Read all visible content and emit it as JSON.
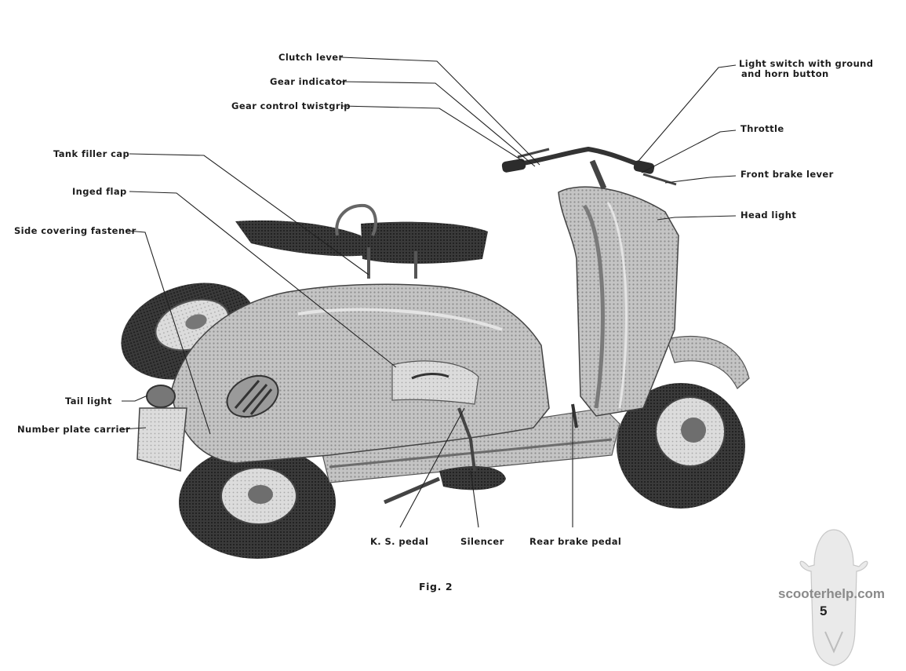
{
  "labels": {
    "clutch_lever": "Clutch lever",
    "gear_indicator": "Gear indicator",
    "gear_control_twistgrip": "Gear control twistgrip",
    "tank_filler_cap": "Tank filler cap",
    "inged_flap": "Inged flap",
    "side_covering_fastener": "Side covering fastener",
    "tail_light": "Tail light",
    "number_plate_carrier": "Number plate carrier",
    "light_switch_line1": "Light switch with ground",
    "light_switch_line2": "and horn button",
    "throttle": "Throttle",
    "front_brake_lever": "Front brake lever",
    "head_light": "Head light",
    "ks_pedal": "K. S. pedal",
    "silencer": "Silencer",
    "rear_brake_pedal": "Rear brake pedal"
  },
  "caption": "Fig. 2",
  "watermark": "scooterhelp.com",
  "page_number": "5",
  "colors": {
    "ink": "#1c1c1c",
    "body_metal": "#b9b9b9",
    "tire": "#2b2b2b",
    "watermark": "#8a8a8a"
  }
}
